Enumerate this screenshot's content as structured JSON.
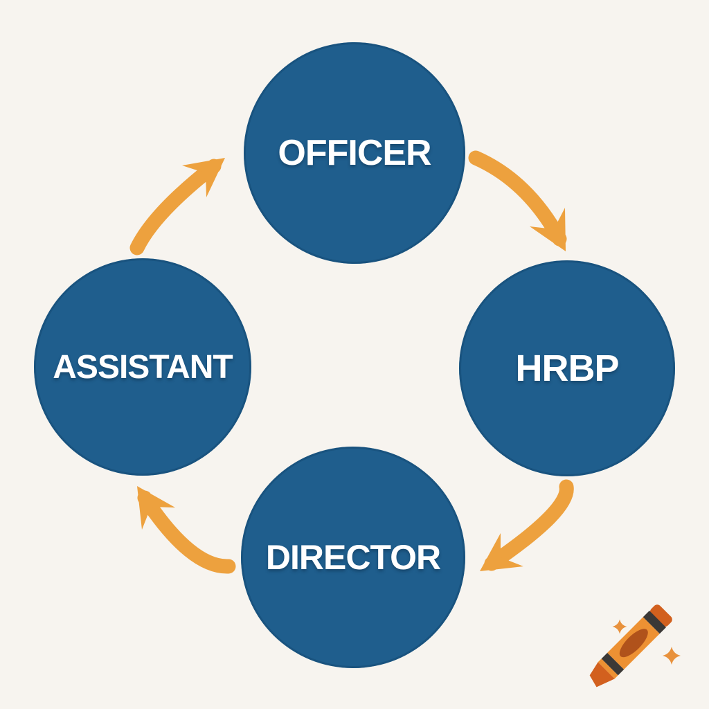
{
  "diagram": {
    "type": "cycle",
    "nodes": [
      {
        "id": "officer",
        "label": "OFFICER",
        "position": "top"
      },
      {
        "id": "hrbp",
        "label": "HRBP",
        "position": "right"
      },
      {
        "id": "director",
        "label": "DIRECTOR",
        "position": "bottom"
      },
      {
        "id": "assistant",
        "label": "ASSISTANT",
        "position": "left"
      }
    ],
    "arrows": [
      {
        "from": "assistant",
        "to": "officer",
        "direction": "clockwise"
      },
      {
        "from": "officer",
        "to": "hrbp",
        "direction": "clockwise"
      },
      {
        "from": "hrbp",
        "to": "director",
        "direction": "clockwise"
      },
      {
        "from": "director",
        "to": "assistant",
        "direction": "clockwise"
      }
    ],
    "colors": {
      "background": "#F7F4EF",
      "node_fill": "#1F5E8D",
      "node_text": "#FFFFFF",
      "arrow": "#EDA13E"
    }
  },
  "watermark": {
    "icon": "crayon-icon",
    "sparkle_count": 2,
    "colors": {
      "crayon_body": "#ED9133",
      "crayon_label": "#B0521B",
      "crayon_tip": "#D2601E",
      "crayon_stripe": "#3B3836",
      "sparkle": "#E8913C"
    }
  }
}
